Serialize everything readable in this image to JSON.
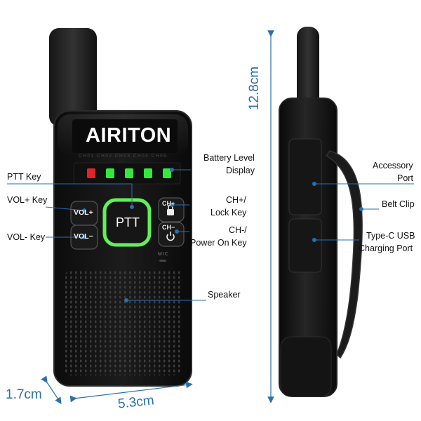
{
  "product": {
    "brand": "AIRITON",
    "ptt_button": "PTT",
    "vol_plus_button": "VOL+",
    "vol_minus_button": "VOL−",
    "ch_plus_button": "CH+",
    "ch_minus_button": "CH−",
    "mic_mark": "MIC",
    "channel_strip": "CH01  CH02  CH03  CH04  CH05"
  },
  "colors": {
    "accent_blue": "#2a6fb0",
    "ptt_ring": "#62f05a",
    "led_red": "#e0242a",
    "led_green": "#35e83b"
  },
  "battery_leds": [
    "red",
    "green",
    "green",
    "green",
    "green"
  ],
  "labels": {
    "ptt_key": "PTT Key",
    "vol_plus_key": "VOL+ Key",
    "vol_minus_key": "VOL- Key",
    "battery_display_line1": "Battery Level",
    "battery_display_line2": "Display",
    "ch_plus_line1": "CH+/",
    "ch_plus_line2": "Lock Key",
    "ch_minus_line1": "CH-/",
    "ch_minus_line2": "Power On Key",
    "speaker": "Speaker",
    "accessory_line1": "Accessory",
    "accessory_line2": "Port",
    "belt_clip": "Belt Clip",
    "typec_line1": "Type-C USB",
    "typec_line2": "Charging Port"
  },
  "dimensions": {
    "height": "12.8cm",
    "width": "5.3cm",
    "depth": "1.7cm"
  }
}
